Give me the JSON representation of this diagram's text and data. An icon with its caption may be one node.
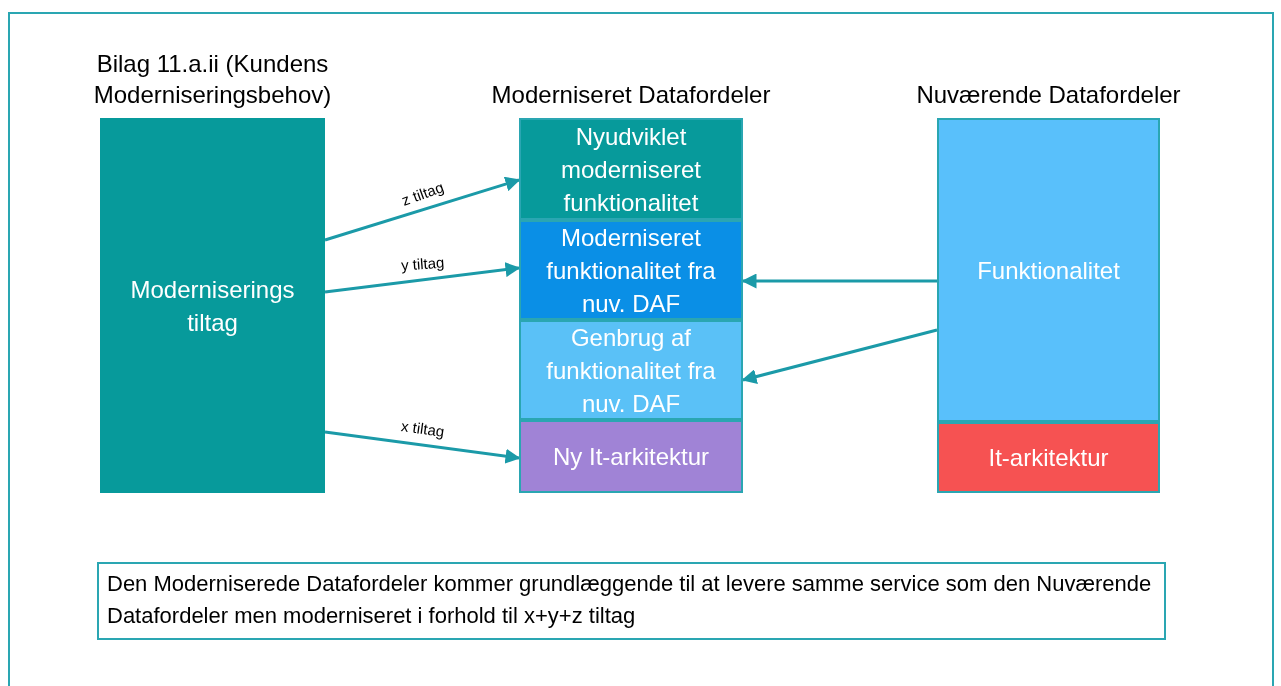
{
  "diagram": {
    "nodes": [
      {
        "text": [
          "Bilag 11.a.ii (Kundens Moderniseringsbehov)",
          "Moderniserings tiltag"
        ]
      },
      {
        "text": [
          "Moderniseret Datafordeler"
        ]
      },
      {
        "text": [
          "Nyudviklet moderniseret funktionalitet"
        ],
        "in": 1
      },
      {
        "text": [
          "Moderniseret funktionalitet fra nuv. DAF"
        ],
        "in": 1
      },
      {
        "text": [
          "Genbrug af funktionalitet fra nuv. DAF"
        ],
        "in": 1
      },
      {
        "text": [
          "Ny It-arkitektur"
        ],
        "in": 1
      },
      {
        "text": [
          "Nuværende Datafordeler"
        ]
      },
      {
        "text": [
          "Funktionalitet"
        ],
        "in": 6
      },
      {
        "text": [
          "It-arkitektur"
        ],
        "in": 6
      },
      {
        "text": [
          "Den Moderniserede Datafordeler kommer grundlæggende til at levere samme service som den Nuværende Datafordeler men moderniseret i forhold til x+y+z tiltag"
        ]
      }
    ],
    "edges": [
      {
        "from": 0,
        "to": 2,
        "arrow": "to",
        "label": "z tiltag"
      },
      {
        "from": 0,
        "to": 3,
        "arrow": "to",
        "label": "y tiltag"
      },
      {
        "from": 0,
        "to": 5,
        "arrow": "to",
        "label": "x tiltag"
      },
      {
        "from": 7,
        "to": 3,
        "arrow": "to"
      },
      {
        "from": 7,
        "to": 4,
        "arrow": "to"
      }
    ]
  }
}
